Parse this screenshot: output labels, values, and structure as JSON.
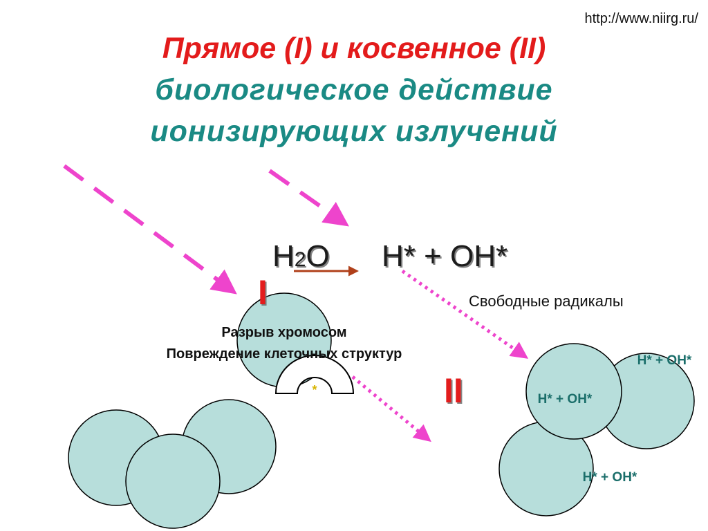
{
  "source_url": "http://www.niirg.ru/",
  "title": {
    "line1": "Прямое (I) и косвенное (II)",
    "line2": "биологическое действие",
    "line3": "ионизирующих излучений"
  },
  "reaction": {
    "reactant_h": "H",
    "reactant_sub": "2",
    "reactant_o": "O",
    "products": "H* + OH*"
  },
  "free_radicals_label": "Свободные радикалы",
  "marker_direct": "I",
  "marker_indirect": "II",
  "direct_effects": {
    "line1": "Разрыв хромосом",
    "line2": "Повреждение клеточных структур"
  },
  "star": "*",
  "radical_labels": [
    "H* + OH*",
    "H* + OH*",
    "H* + OH*"
  ],
  "colors": {
    "title_red": "#e31b1b",
    "title_teal": "#1a8a84",
    "cell_fill": "#b7dedb",
    "ray_magenta": "#ee44cc",
    "arrow_brown": "#b0401a",
    "marker_red": "#e31b1b"
  }
}
